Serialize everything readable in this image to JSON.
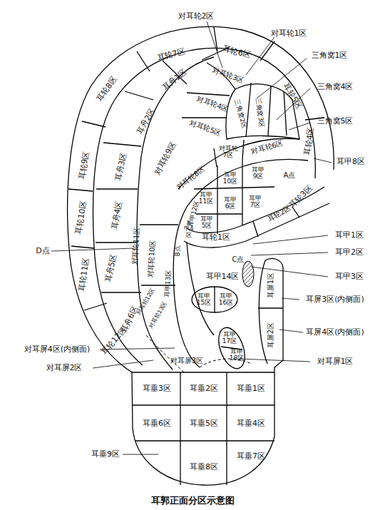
{
  "diagram": {
    "caption": "耳郭正面分区示意图",
    "labels": [
      "对耳轮2区",
      "对耳轮1区",
      "三角窝1区",
      "三角窝4区",
      "三角窝5区",
      "耳轮7区",
      "耳轮6区",
      "耳舟1区",
      "对耳轮3区",
      "耳轮5区",
      "耳轮8区",
      "耳舟2区",
      "对耳轮4区",
      "三角窝2区",
      "三角窝3区",
      "对耳轮5区",
      "对耳轮6区",
      "耳轮4区",
      "耳甲8区",
      "对耳轮7区",
      "耳舟3区",
      "对耳轮9区",
      "耳甲9区",
      "耳甲10区",
      "对耳轮8区",
      "耳轮9区",
      "耳甲11区",
      "耳甲6区",
      "耳甲7区",
      "A点",
      "耳轮3区",
      "耳甲5区",
      "耳轮2区",
      "耳舟4区",
      "耳甲12区",
      "耳甲4区",
      "B点",
      "耳轮1区",
      "耳甲1区",
      "耳甲2区",
      "耳轮10区",
      "D点",
      "对耳轮11区",
      "对耳轮10区",
      "C点",
      "耳甲3区",
      "耳甲13区",
      "耳舟5区",
      "耳甲14区",
      "耳屏1区",
      "耳轮11区",
      "耳甲15区",
      "耳甲16区",
      "耳屏3区(内侧面)",
      "耳舟6区",
      "对耳轮12区",
      "对耳轮13区",
      "耳屏2区",
      "耳屏4区(内侧面)",
      "耳甲17区",
      "耳甲18区",
      "耳轮12区",
      "对耳屏4区(内侧面)",
      "对耳屏2区",
      "对耳屏3区",
      "对耳屏1区",
      "耳垂3区",
      "耳垂2区",
      "耳垂1区",
      "耳垂6区",
      "耳垂5区",
      "耳垂4区",
      "耳垂9区",
      "耳垂8区",
      "耳垂7区"
    ]
  }
}
